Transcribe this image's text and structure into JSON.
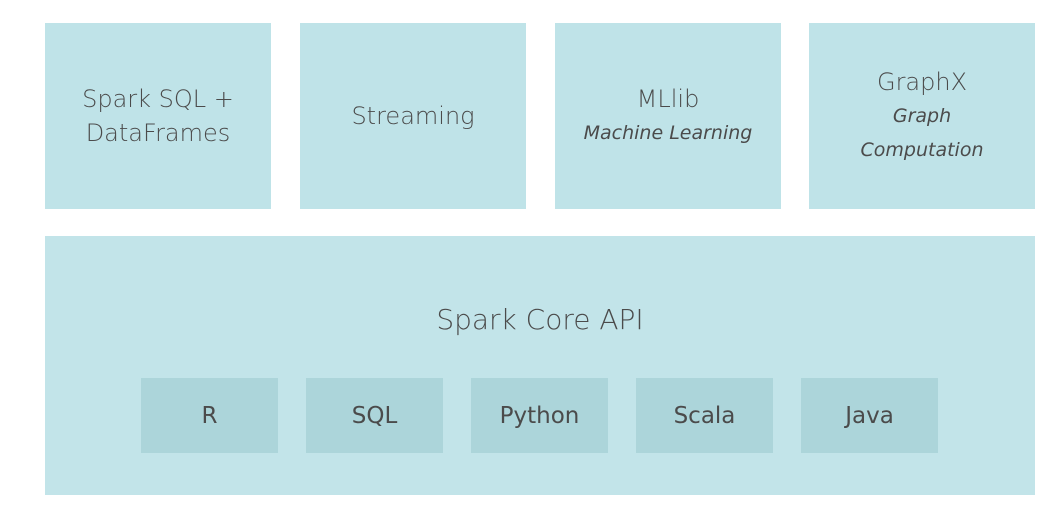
{
  "modules": [
    {
      "title": "Spark SQL +\nDataFrames",
      "subtitle": ""
    },
    {
      "title": "Streaming",
      "subtitle": ""
    },
    {
      "title": "MLlib",
      "subtitle": "Machine Learning"
    },
    {
      "title": "GraphX",
      "subtitle": "Graph\nComputation"
    }
  ],
  "core": {
    "title": "Spark Core API",
    "languages": [
      "R",
      "SQL",
      "Python",
      "Scala",
      "Java"
    ]
  },
  "colors": {
    "module_fill": "#bfe3e8",
    "core_fill": "#c2e4e9",
    "language_fill": "#acd5da",
    "text": "#4b4b4b"
  }
}
